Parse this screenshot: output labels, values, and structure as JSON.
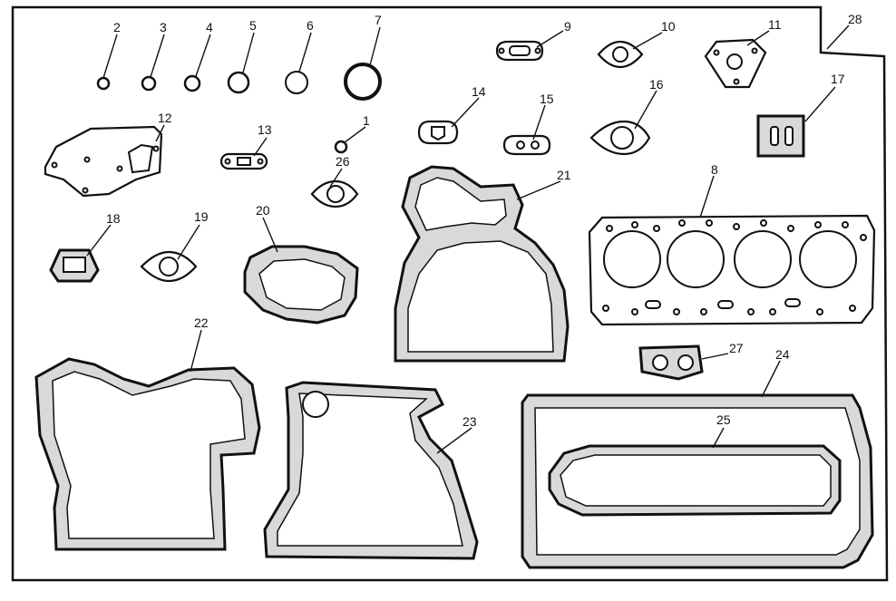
{
  "figure": {
    "callouts": [
      {
        "id": "c1",
        "label": "1"
      },
      {
        "id": "c2",
        "label": "2"
      },
      {
        "id": "c3",
        "label": "3"
      },
      {
        "id": "c4",
        "label": "4"
      },
      {
        "id": "c5",
        "label": "5"
      },
      {
        "id": "c6",
        "label": "6"
      },
      {
        "id": "c7",
        "label": "7"
      },
      {
        "id": "c8",
        "label": "8"
      },
      {
        "id": "c9",
        "label": "9"
      },
      {
        "id": "c10",
        "label": "10"
      },
      {
        "id": "c11",
        "label": "11"
      },
      {
        "id": "c12",
        "label": "12"
      },
      {
        "id": "c13",
        "label": "13"
      },
      {
        "id": "c14",
        "label": "14"
      },
      {
        "id": "c15",
        "label": "15"
      },
      {
        "id": "c16",
        "label": "16"
      },
      {
        "id": "c17",
        "label": "17"
      },
      {
        "id": "c18",
        "label": "18"
      },
      {
        "id": "c19",
        "label": "19"
      },
      {
        "id": "c20",
        "label": "20"
      },
      {
        "id": "c21",
        "label": "21"
      },
      {
        "id": "c22",
        "label": "22"
      },
      {
        "id": "c23",
        "label": "23"
      },
      {
        "id": "c24",
        "label": "24"
      },
      {
        "id": "c25",
        "label": "25"
      },
      {
        "id": "c26",
        "label": "26"
      },
      {
        "id": "c27",
        "label": "27"
      },
      {
        "id": "c28",
        "label": "28"
      }
    ]
  }
}
